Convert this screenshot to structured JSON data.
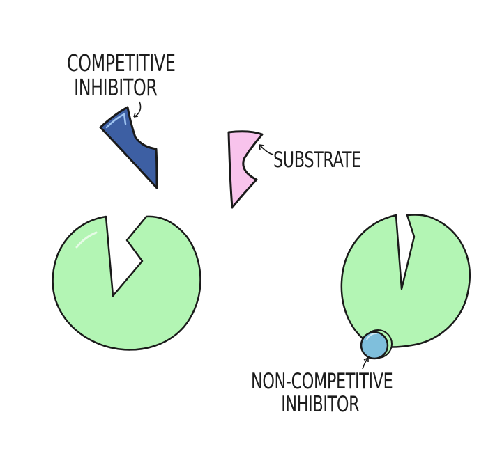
{
  "diagram": {
    "type": "enzyme-inhibition-illustration",
    "labels": {
      "competitive_inhibitor": {
        "line1": "COMPETITIVE",
        "line2": "INHIBITOR"
      },
      "substrate": "SUBSTRATE",
      "non_competitive_inhibitor": {
        "line1": "NON-COMPETITIVE",
        "line2": "INHIBITOR"
      }
    },
    "elements": [
      {
        "id": "competitive-inhibitor",
        "shape": "wedge",
        "color": "#3d5fa3"
      },
      {
        "id": "substrate",
        "shape": "wedge",
        "color": "#f8c3ec"
      },
      {
        "id": "enzyme-left",
        "shape": "circle-with-active-site-notch",
        "color": "#b3f5b4"
      },
      {
        "id": "enzyme-right",
        "shape": "circle-with-distorted-active-site",
        "color": "#b3f5b4"
      },
      {
        "id": "non-competitive-inhibitor",
        "shape": "circle",
        "color": "#7fbfdc"
      }
    ],
    "colors": {
      "outline": "#1a1a1a",
      "enzyme_fill": "#b3f5b4",
      "competitive_fill": "#3d5fa3",
      "substrate_fill": "#f8c3ec",
      "noncompetitive_fill": "#7fbfdc",
      "background": "#ffffff"
    }
  }
}
